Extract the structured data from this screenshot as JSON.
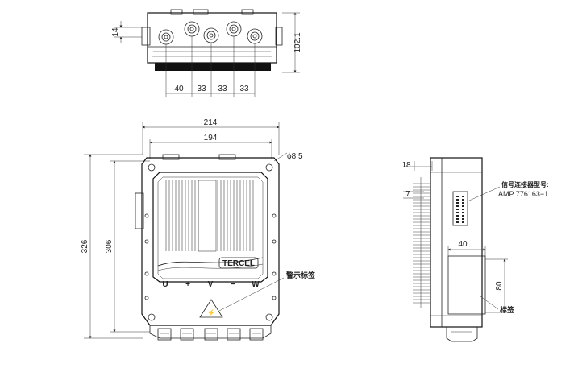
{
  "top_view": {
    "dim_height_small": "14",
    "dim_height": "102.1",
    "dim_spacing": [
      "40",
      "33",
      "33",
      "33"
    ]
  },
  "front_view": {
    "dim_width_outer": "214",
    "dim_width_inner": "194",
    "dim_hole": "ϕ8.5",
    "dim_height_outer": "326",
    "dim_height_inner": "306",
    "brand": "TERCEL",
    "terminal_labels": [
      "U",
      "+",
      "V",
      "−",
      "W"
    ],
    "warning_label_text": "警示标签"
  },
  "side_view": {
    "dim_top": "18",
    "dim_small": "7",
    "dim_label_width": "40",
    "dim_label_height": "80",
    "connector_title": "信号连接器型号:",
    "connector_model": "AMP  776163−1",
    "label_text": "标签"
  }
}
